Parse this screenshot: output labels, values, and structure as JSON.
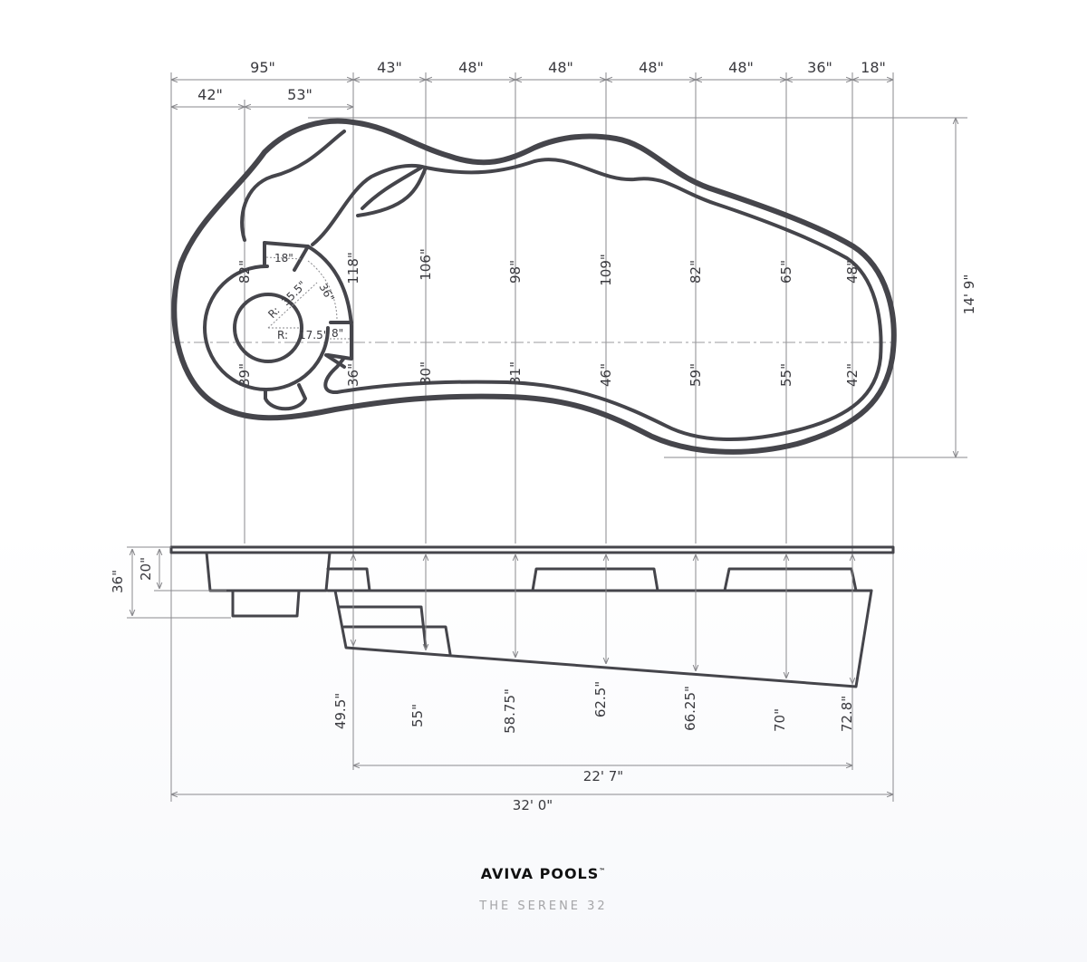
{
  "top_dims_row1": [
    "95\"",
    "43\"",
    "48\"",
    "48\"",
    "48\"",
    "48\"",
    "36\"",
    "18\""
  ],
  "top_dims_row2": [
    "42\"",
    "53\""
  ],
  "widths_above_centerline": [
    "82\"",
    "118\"",
    "106\"",
    "98\"",
    "109\"",
    "82\"",
    "65\"",
    "48\""
  ],
  "widths_below_centerline": [
    "39\"",
    "36\"",
    "30\"",
    "31\"",
    "46\"",
    "59\"",
    "55\"",
    "42\""
  ],
  "overall_width": "14' 9\"",
  "spa_labels": {
    "step_width": "18\"",
    "outer_radius_prefix": "R:",
    "outer_radius": "35.5\"",
    "bench_arc": "36\"",
    "inner_radius_prefix": "R:",
    "inner_radius": "17.5\"",
    "ledge": "8\""
  },
  "profile_left": [
    "36\"",
    "20\""
  ],
  "depths": [
    "49.5\"",
    "55\"",
    "58.75\"",
    "62.5\"",
    "66.25\"",
    "70\"",
    "72.8\""
  ],
  "deep_length": "22' 7\"",
  "overall_length": "32' 0\"",
  "brand": "AVIVA POOLS",
  "brand_mark": "™",
  "model": "THE SERENE 32",
  "colors": {
    "outline": "#45454b",
    "dimension": "#8a8a8e",
    "text": "#3a3a3f"
  }
}
